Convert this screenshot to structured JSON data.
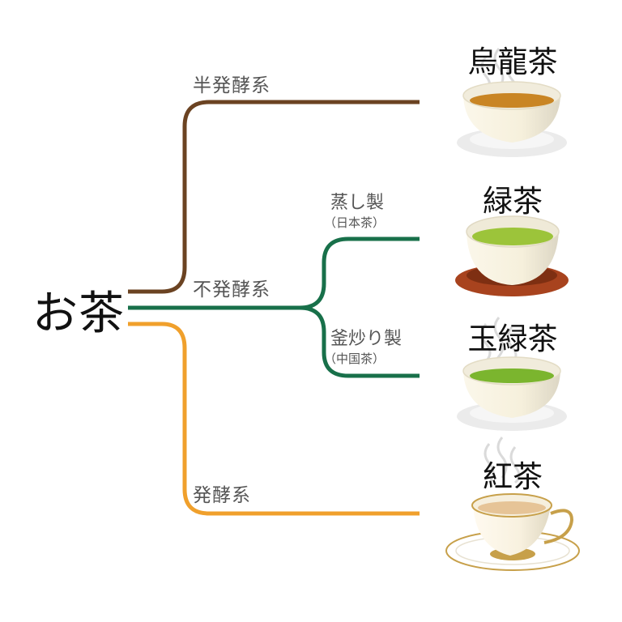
{
  "root": {
    "label": "お茶"
  },
  "branches": [
    {
      "label": "半発酵系",
      "color": "#6b4322"
    },
    {
      "label": "不発酵系",
      "color": "#18704a"
    },
    {
      "label": "発酵系",
      "color": "#f0a02c"
    }
  ],
  "sub_branches": [
    {
      "label": "蒸し製",
      "note": "（日本茶）"
    },
    {
      "label": "釜炒り製",
      "note": "（中国茶）"
    }
  ],
  "teas": [
    {
      "name": "烏龍茶",
      "liquid_color": "#c98524",
      "saucer_color": "#ebebeb"
    },
    {
      "name": "緑茶",
      "liquid_color": "#9cc43a",
      "saucer_color": "#a8431e"
    },
    {
      "name": "玉緑茶",
      "liquid_color": "#7bb52e",
      "saucer_color": "#ebebeb"
    },
    {
      "name": "紅茶",
      "liquid_color": "#e6c497",
      "saucer_color": "#ffffff",
      "trim_color": "#c7a04a"
    }
  ]
}
